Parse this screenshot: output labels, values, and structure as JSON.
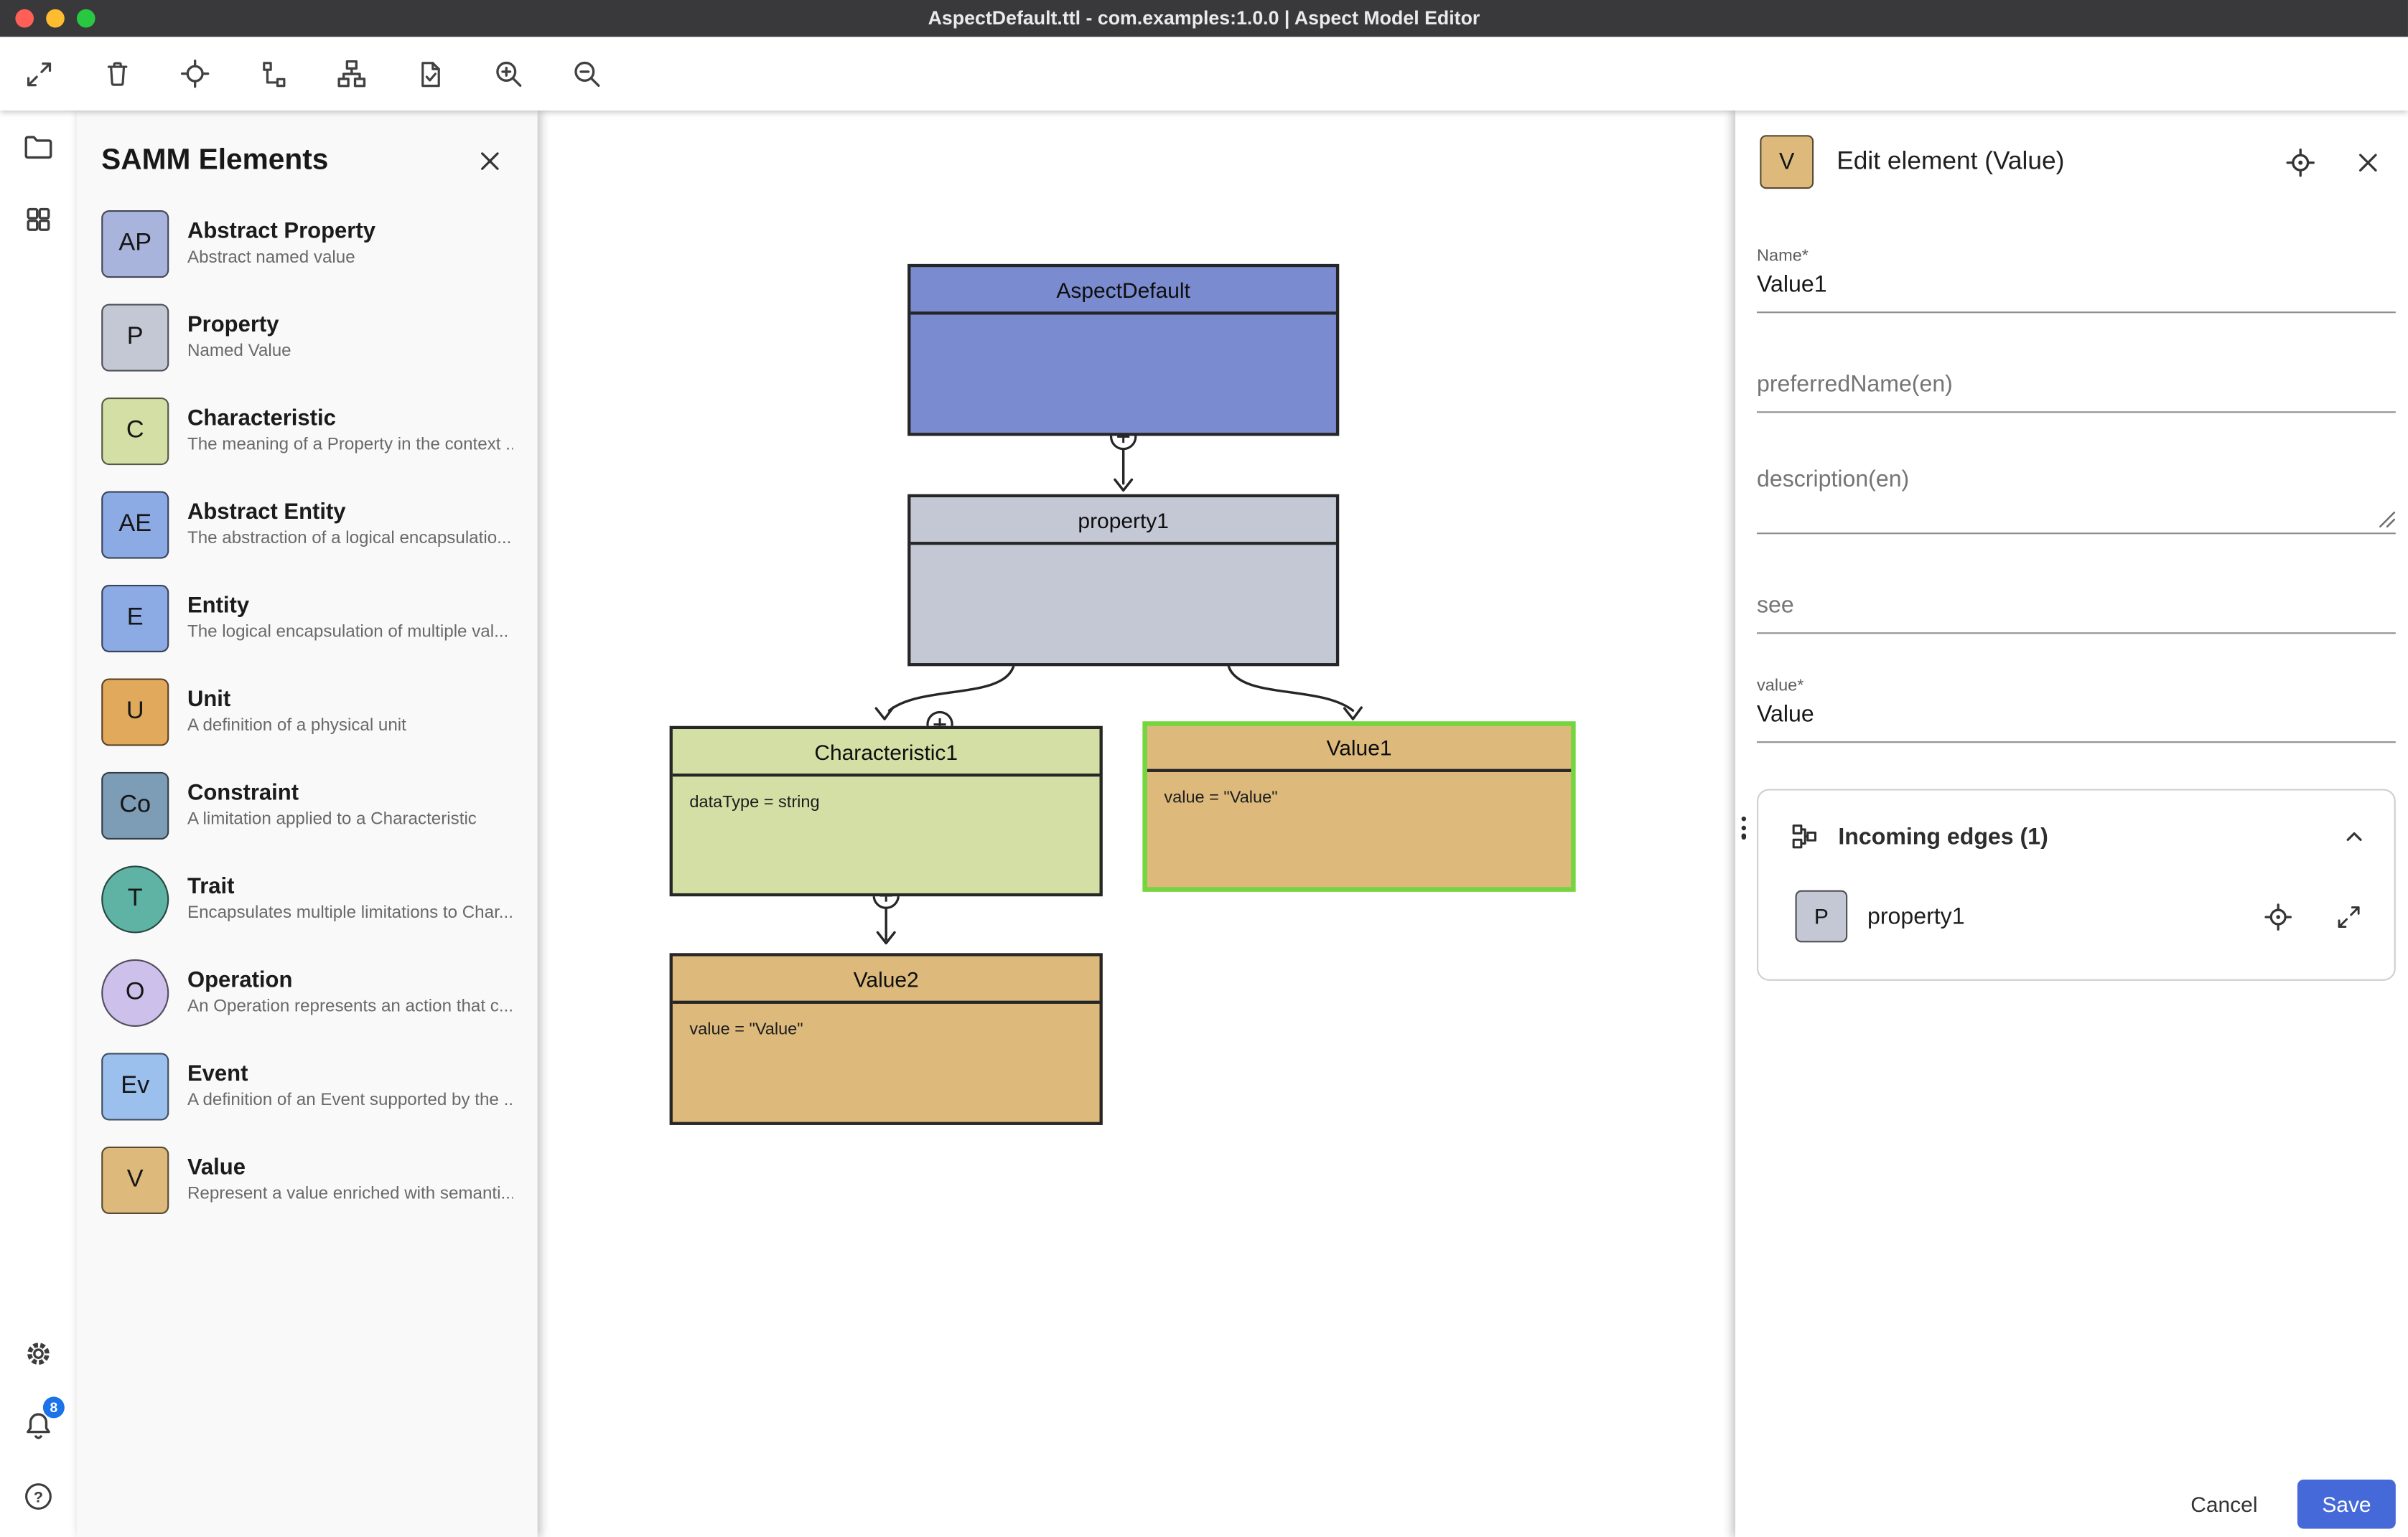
{
  "window": {
    "title": "AspectDefault.ttl - com.examples:1.0.0 | Aspect Model Editor",
    "traffic_lights": {
      "close": "#ff5f57",
      "minimize": "#febc2e",
      "zoom": "#28c840"
    }
  },
  "toolbar": {
    "icons": [
      "expand",
      "trash",
      "crosshair",
      "elbow-connector",
      "sitemap",
      "document-check",
      "zoom-in",
      "zoom-out"
    ]
  },
  "rail": {
    "icons": [
      "folder",
      "grid",
      "gear",
      "bell",
      "help"
    ],
    "notification_count": "8",
    "badge_color": "#1a73e8"
  },
  "sidebar": {
    "title": "SAMM Elements",
    "items": [
      {
        "badge": "AP",
        "label": "Abstract Property",
        "description": "Abstract named value",
        "color": "#a9b4dc",
        "shape": "square"
      },
      {
        "badge": "P",
        "label": "Property",
        "description": "Named Value",
        "color": "#c3c8d4",
        "shape": "square"
      },
      {
        "badge": "C",
        "label": "Characteristic",
        "description": "The meaning of a Property in the context ...",
        "color": "#d4dfa5",
        "shape": "square"
      },
      {
        "badge": "AE",
        "label": "Abstract Entity",
        "description": "The abstraction of a logical encapsulatio...",
        "color": "#8caae4",
        "shape": "square"
      },
      {
        "badge": "E",
        "label": "Entity",
        "description": "The logical encapsulation of multiple val...",
        "color": "#8caae4",
        "shape": "square"
      },
      {
        "badge": "U",
        "label": "Unit",
        "description": "A definition of a physical unit",
        "color": "#e0a95c",
        "shape": "square"
      },
      {
        "badge": "Co",
        "label": "Constraint",
        "description": "A limitation applied to a Characteristic",
        "color": "#7d9cb5",
        "shape": "square"
      },
      {
        "badge": "T",
        "label": "Trait",
        "description": "Encapsulates multiple limitations to Char...",
        "color": "#5fb3a4",
        "shape": "circle"
      },
      {
        "badge": "O",
        "label": "Operation",
        "description": "An Operation represents an action that c...",
        "color": "#cdc0ea",
        "shape": "circle"
      },
      {
        "badge": "Ev",
        "label": "Event",
        "description": "A definition of an Event supported by the ...",
        "color": "#9cc0ee",
        "shape": "square"
      },
      {
        "badge": "V",
        "label": "Value",
        "description": "Represent a value enriched with semanti...",
        "color": "#ddba7c",
        "shape": "square"
      }
    ]
  },
  "canvas": {
    "selection_color": "#72d63e",
    "nodes": [
      {
        "title": "AspectDefault",
        "body": "",
        "color": "#7a8bd0"
      },
      {
        "title": "property1",
        "body": "",
        "color": "#c3c8d4"
      },
      {
        "title": "Characteristic1",
        "body": "dataType = string",
        "color": "#d4dfa5"
      },
      {
        "title": "Value1",
        "body": "value = \"Value\"",
        "color": "#ddba7c",
        "selected": true
      },
      {
        "title": "Value2",
        "body": "value = \"Value\"",
        "color": "#ddba7c"
      }
    ]
  },
  "panel": {
    "badge": "V",
    "badge_color": "#ddba7c",
    "title": "Edit element (Value)",
    "fields": {
      "name_label": "Name*",
      "name_value": "Value1",
      "preferred_name_placeholder": "preferredName(en)",
      "description_placeholder": "description(en)",
      "see_placeholder": "see",
      "value_label": "value*",
      "value_value": "Value"
    },
    "incoming_edges": {
      "title": "Incoming edges (1)",
      "items": [
        {
          "badge": "P",
          "badge_color": "#c3c8d4",
          "label": "property1"
        }
      ]
    },
    "footer": {
      "cancel_label": "Cancel",
      "save_label": "Save",
      "save_color": "#4569d8"
    }
  }
}
